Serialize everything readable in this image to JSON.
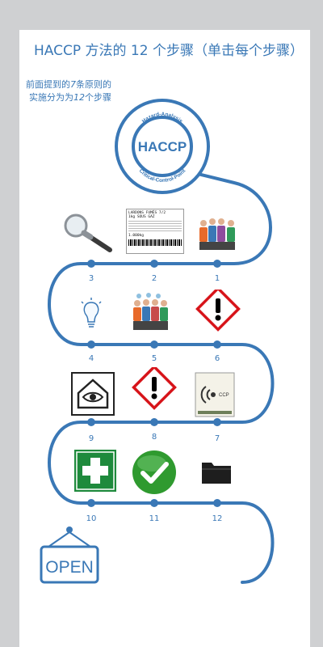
{
  "title": "HACCP 方法的 12 个步骤（单击每个步骤）",
  "subtitle": {
    "pre": "前面提到的",
    "seven": "7",
    "mid": "条原则的实施分为为",
    "twelve": "12",
    "post": "个步骤"
  },
  "logo": {
    "center": "HACCP",
    "top_arc": "Hazard-Analysis",
    "bottom_arc": "Critical-Control-Point"
  },
  "label_card": {
    "line1": "LARDONS FUMÉS 7/2",
    "line2": "1kg  SOUS GAZ",
    "weight": "1.000kg"
  },
  "ccp_label": "CCP",
  "open_sign": "OPEN",
  "steps": [
    {
      "num": "1",
      "icon": "team-icon"
    },
    {
      "num": "2",
      "icon": "product-label-icon"
    },
    {
      "num": "3",
      "icon": "magnifier-icon"
    },
    {
      "num": "4",
      "icon": "lightbulb-icon"
    },
    {
      "num": "5",
      "icon": "team-ideas-icon"
    },
    {
      "num": "6",
      "icon": "hazard-icon"
    },
    {
      "num": "7",
      "icon": "ccp-icon"
    },
    {
      "num": "8",
      "icon": "hazard-icon"
    },
    {
      "num": "9",
      "icon": "house-eye-icon"
    },
    {
      "num": "10",
      "icon": "first-aid-icon"
    },
    {
      "num": "11",
      "icon": "check-icon"
    },
    {
      "num": "12",
      "icon": "folder-icon"
    }
  ],
  "colors": {
    "road": "#3a78b6",
    "background": "#cfd0d2",
    "card": "#ffffff",
    "hazard": "#d7141a",
    "first_aid": "#1e8a3c",
    "check": "#2f9a2f"
  }
}
